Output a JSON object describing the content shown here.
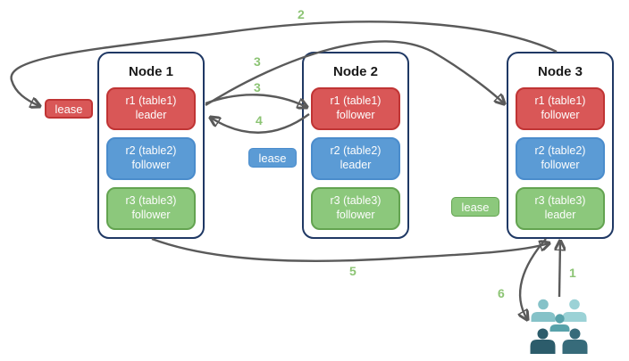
{
  "nodes": [
    {
      "title": "Node 1",
      "replicas": [
        {
          "name": "r1 (table1)",
          "role": "leader"
        },
        {
          "name": "r2 (table2)",
          "role": "follower"
        },
        {
          "name": "r3 (table3)",
          "role": "follower"
        }
      ]
    },
    {
      "title": "Node 2",
      "replicas": [
        {
          "name": "r1 (table1)",
          "role": "follower"
        },
        {
          "name": "r2 (table2)",
          "role": "leader"
        },
        {
          "name": "r3 (table3)",
          "role": "follower"
        }
      ]
    },
    {
      "title": "Node 3",
      "replicas": [
        {
          "name": "r1 (table1)",
          "role": "follower"
        },
        {
          "name": "r2 (table2)",
          "role": "follower"
        },
        {
          "name": "r3 (table3)",
          "role": "leader"
        }
      ]
    }
  ],
  "leases": [
    {
      "label": "lease",
      "color": "#d95757"
    },
    {
      "label": "lease",
      "color": "#5b9bd5"
    },
    {
      "label": "lease",
      "color": "#8cc87c"
    }
  ],
  "steps": {
    "s1": "1",
    "s2": "2",
    "s3a": "3",
    "s3b": "3",
    "s4": "4",
    "s5": "5",
    "s6": "6"
  },
  "icons": {
    "users_group": "users-group-icon"
  },
  "colors": {
    "replica_red": "#d95757",
    "replica_red_border": "#c03434",
    "replica_blue": "#5b9bd5",
    "replica_blue_border": "#4a8ccc",
    "replica_green": "#8cc87c",
    "replica_green_border": "#63a350",
    "node_border": "#1f3864",
    "arrow": "#5a5a5a",
    "step_label": "#8cc474",
    "users_light": "#9bd2d6",
    "users_medium": "#58a2aa",
    "users_dark": "#2c5c6b"
  }
}
